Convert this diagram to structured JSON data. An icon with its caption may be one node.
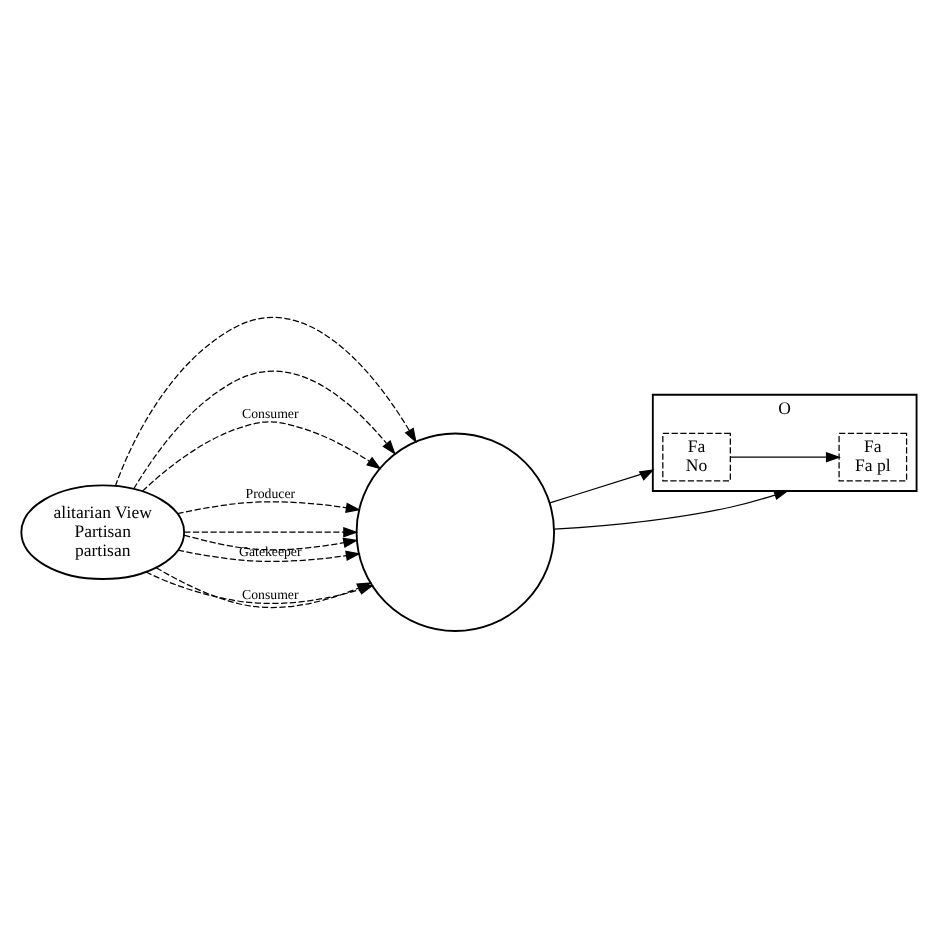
{
  "diagram": {
    "nodes": [
      {
        "text": [],
        "shape": "circle"
      },
      {
        "text": [
          "alitarian View",
          "Partisan",
          "partisan"
        ]
      },
      {
        "text": [
          "O"
        ]
      },
      {
        "text": [
          "Fa",
          "No"
        ],
        "in": 2
      },
      {
        "text": [
          "Fa",
          "Fa pl"
        ],
        "in": 2
      }
    ],
    "edges": [
      {
        "from": 1,
        "to": 0,
        "arrow": "to",
        "style": "dashed"
      },
      {
        "from": 1,
        "to": 0,
        "arrow": "to",
        "style": "dashed"
      },
      {
        "from": 1,
        "to": 0,
        "arrow": "to",
        "style": "dashed",
        "label": "Consumer"
      },
      {
        "from": 1,
        "to": 0,
        "arrow": "to",
        "style": "dashed",
        "label": "Producer"
      },
      {
        "from": 1,
        "to": 0,
        "arrow": "to",
        "style": "dashed"
      },
      {
        "from": 1,
        "to": 0,
        "arrow": "to",
        "style": "dashed",
        "label": "Gatekeeper"
      },
      {
        "from": 1,
        "to": 0,
        "arrow": "to",
        "style": "dashed"
      },
      {
        "from": 1,
        "to": 0,
        "arrow": "to",
        "style": "dashed"
      },
      {
        "from": 1,
        "to": 0,
        "arrow": "to",
        "style": "dashed",
        "label": "Consumer"
      },
      {
        "from": 0,
        "to": 2,
        "arrow": "to"
      },
      {
        "from": 0,
        "to": 2,
        "arrow": "to"
      },
      {
        "from": 3,
        "to": 4,
        "arrow": "to"
      }
    ]
  }
}
